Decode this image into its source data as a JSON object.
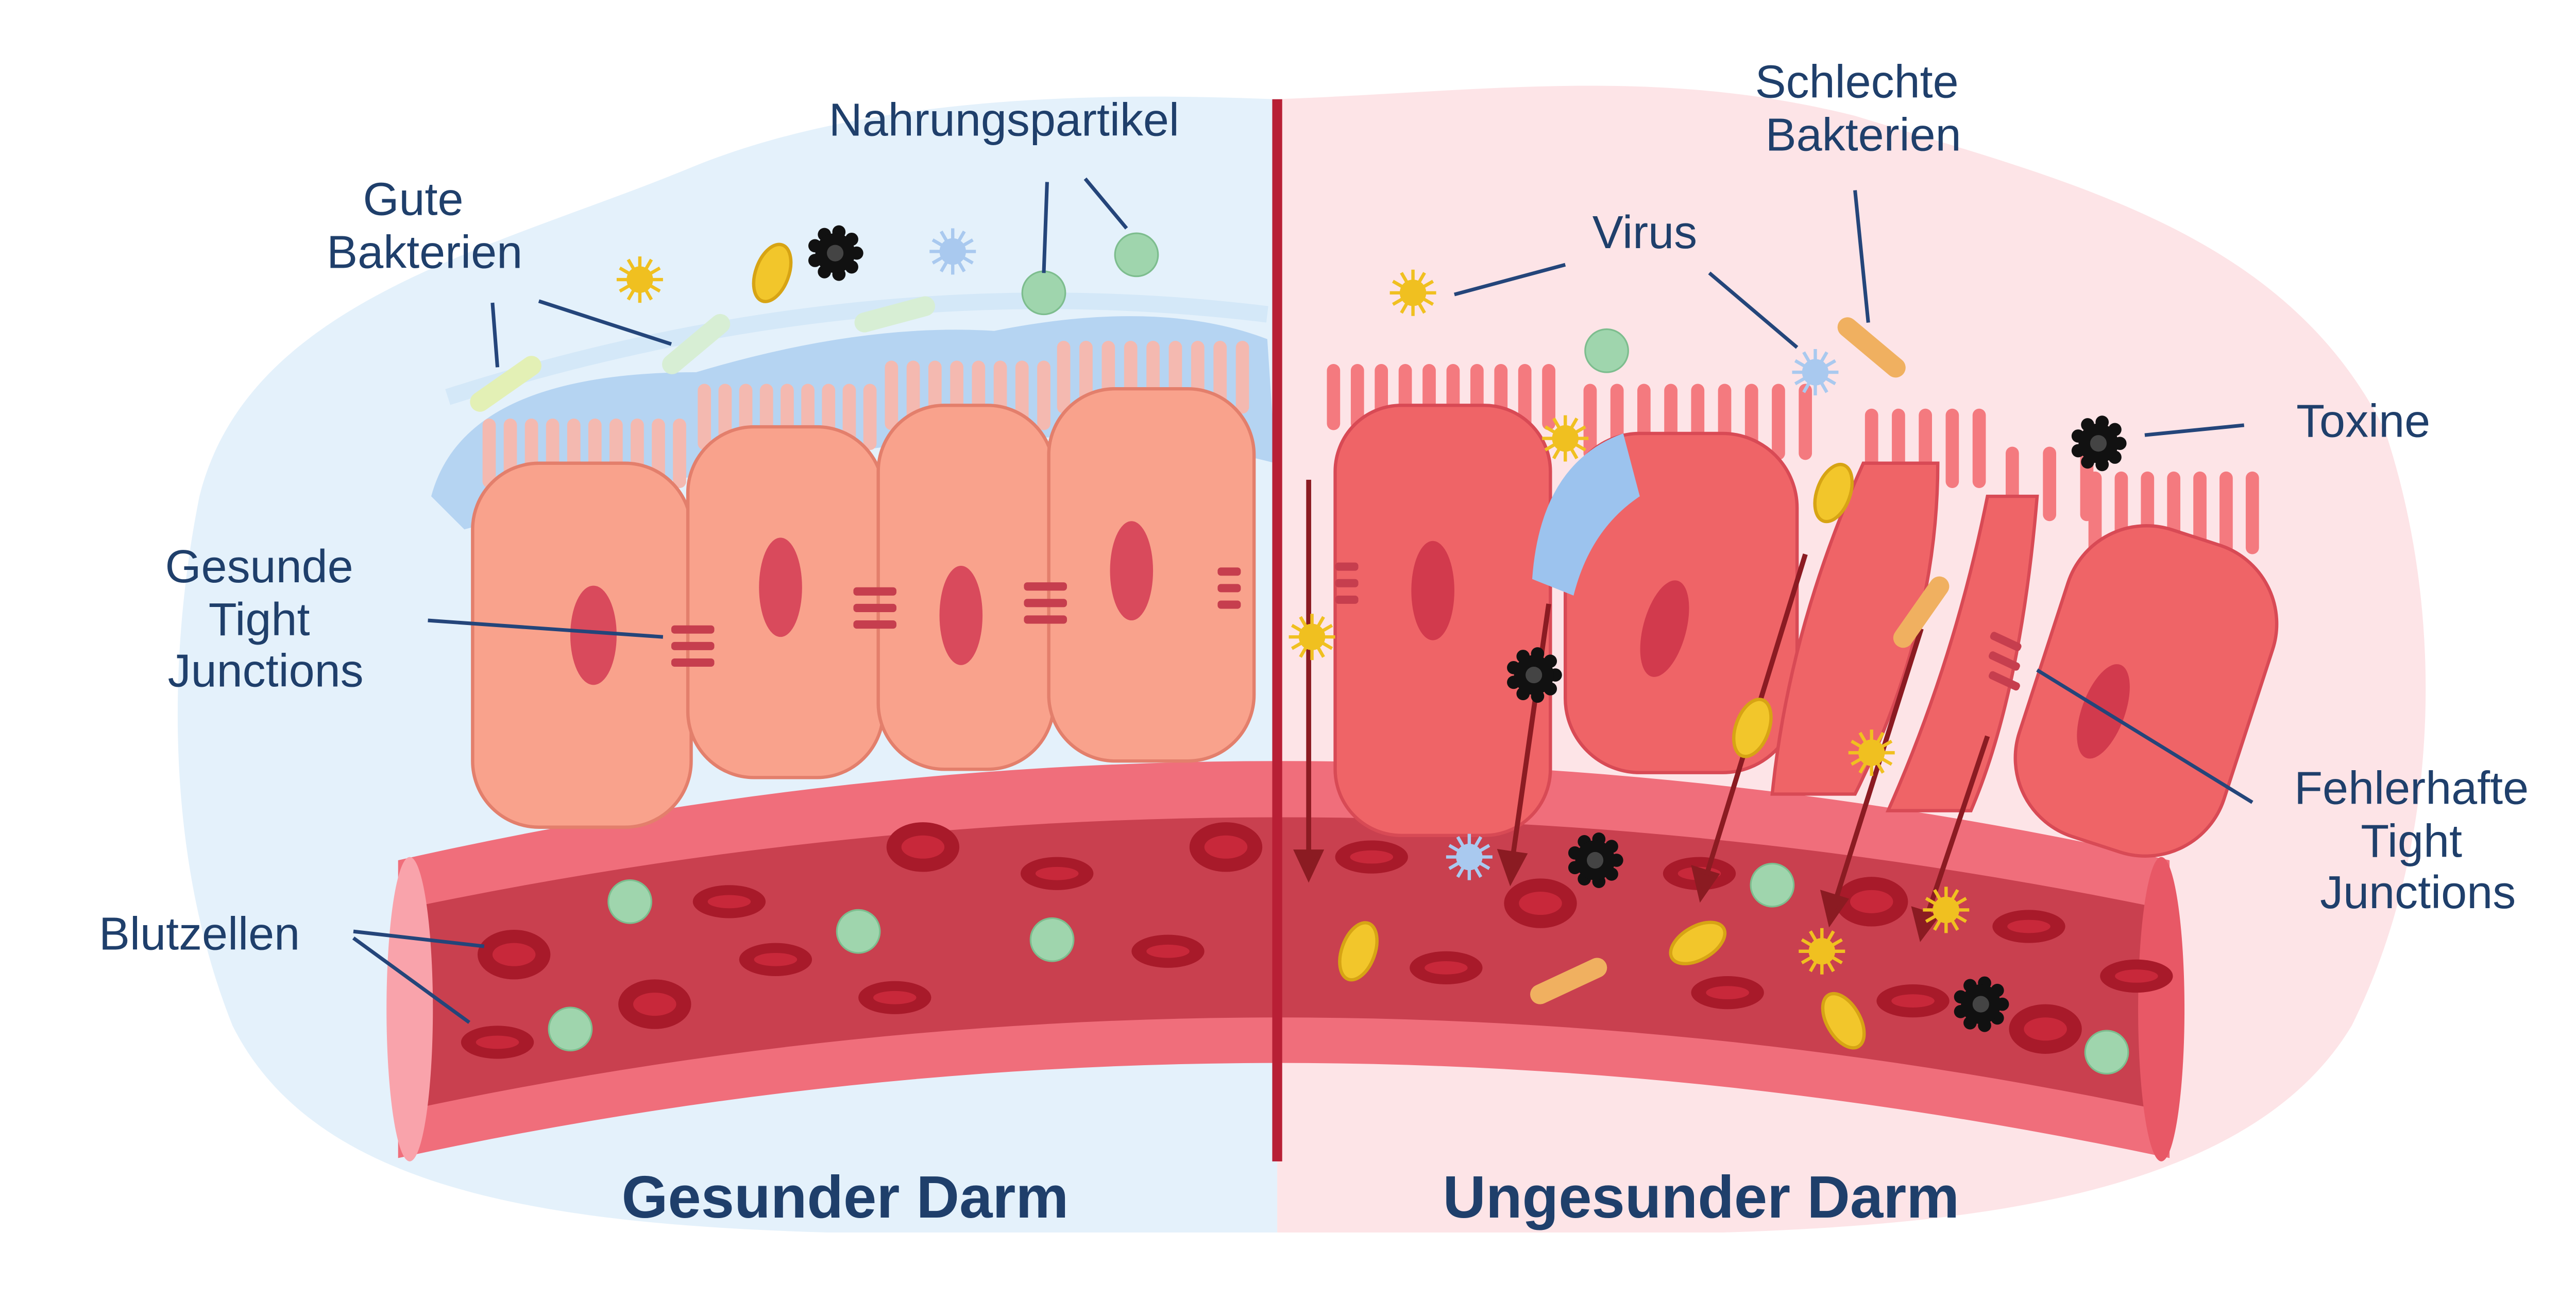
{
  "labels": {
    "nahrungspartikel": "Nahrungspartikel",
    "gute_bakterien": [
      "Gute",
      "Bakterien"
    ],
    "schlechte_bakterien": [
      "Schlechte",
      "Bakterien"
    ],
    "virus": "Virus",
    "toxine": "Toxine",
    "gesunde_tight_junctions": [
      "Gesunde",
      "Tight",
      "Junctions"
    ],
    "fehlerhafte_tight_junctions": [
      "Fehlerhafte",
      "Tight",
      "Junctions"
    ],
    "blutzellen": "Blutzellen"
  },
  "titles": {
    "healthy": "Gesunder Darm",
    "unhealthy": "Ungesunder Darm"
  },
  "colors": {
    "healthy_bg": "#e4f1fb",
    "unhealthy_bg": "#fde4e7",
    "healthy_cell": "#f9a28c",
    "unhealthy_cell": "#ef6467",
    "vessel": "#c9404f",
    "divider": "#b81f35",
    "text": "#1f3f6b"
  }
}
